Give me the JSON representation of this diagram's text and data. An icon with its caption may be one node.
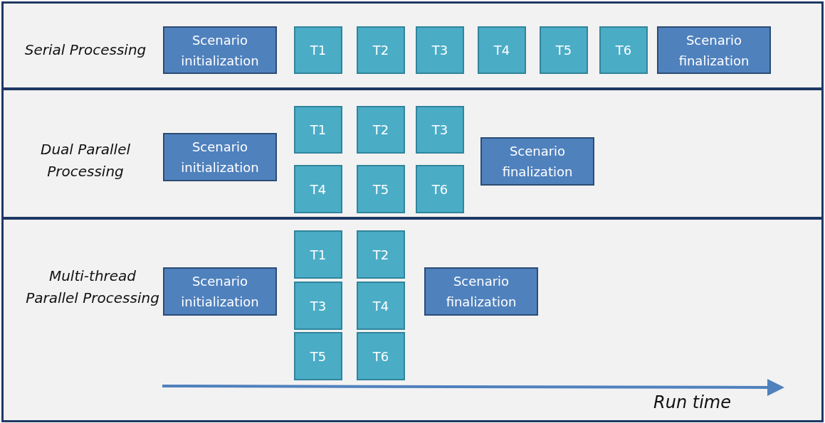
{
  "diagram": {
    "nodes": [
      {
        "text": [
          "Serial Processing"
        ]
      },
      {
        "text": [
          "Scenario initialization"
        ],
        "in": 0
      },
      {
        "text": [
          "T1"
        ],
        "in": 0
      },
      {
        "text": [
          "T2"
        ],
        "in": 0
      },
      {
        "text": [
          "T3"
        ],
        "in": 0
      },
      {
        "text": [
          "T4"
        ],
        "in": 0
      },
      {
        "text": [
          "T5"
        ],
        "in": 0
      },
      {
        "text": [
          "T6"
        ],
        "in": 0
      },
      {
        "text": [
          "Scenario finalization"
        ],
        "in": 0
      },
      {
        "text": [
          "Dual Parallel Processing"
        ]
      },
      {
        "text": [
          "Scenario initialization"
        ],
        "in": 9
      },
      {
        "text": [
          "T1"
        ],
        "in": 9
      },
      {
        "text": [
          "T2"
        ],
        "in": 9
      },
      {
        "text": [
          "T3"
        ],
        "in": 9
      },
      {
        "text": [
          "T4"
        ],
        "in": 9
      },
      {
        "text": [
          "T5"
        ],
        "in": 9
      },
      {
        "text": [
          "T6"
        ],
        "in": 9
      },
      {
        "text": [
          "Scenario finalization"
        ],
        "in": 9
      },
      {
        "text": [
          "Multi-thread Parallel Processing"
        ]
      },
      {
        "text": [
          "Scenario initialization"
        ],
        "in": 18
      },
      {
        "text": [
          "T1"
        ],
        "in": 18
      },
      {
        "text": [
          "T2"
        ],
        "in": 18
      },
      {
        "text": [
          "T3"
        ],
        "in": 18
      },
      {
        "text": [
          "T4"
        ],
        "in": 18
      },
      {
        "text": [
          "T5"
        ],
        "in": 18
      },
      {
        "text": [
          "T6"
        ],
        "in": 18
      },
      {
        "text": [
          "Scenario finalization"
        ],
        "in": 18
      }
    ],
    "labels": [
      "Run time"
    ]
  }
}
